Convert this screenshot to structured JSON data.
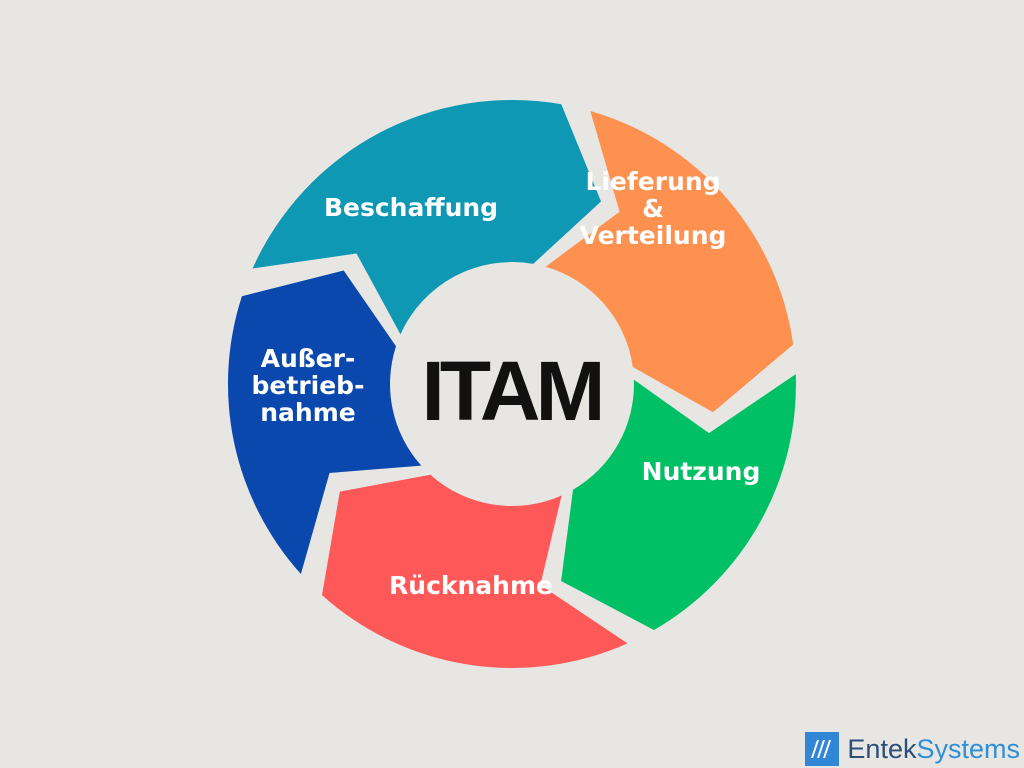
{
  "diagram": {
    "center": {
      "label": "ITAM"
    },
    "segments": [
      {
        "id": "beschaffung",
        "lines": [
          "Beschaffung"
        ],
        "color": "#0e98b4"
      },
      {
        "id": "lieferung",
        "lines": [
          "Lieferung",
          "&",
          "Verteilung"
        ],
        "color": "#ff9150"
      },
      {
        "id": "nutzung",
        "lines": [
          "Nutzung"
        ],
        "color": "#00c065"
      },
      {
        "id": "ruecknahme",
        "lines": [
          "Rücknahme"
        ],
        "color": "#ff5858"
      },
      {
        "id": "ausserbetriebnahme",
        "lines": [
          "Außer-",
          "betrieb-",
          "nahme"
        ],
        "color": "#0a48ad"
      }
    ]
  },
  "brand": {
    "name_part1": "Entek",
    "name_part2": "Systems",
    "mark_color": "#3187d6"
  }
}
